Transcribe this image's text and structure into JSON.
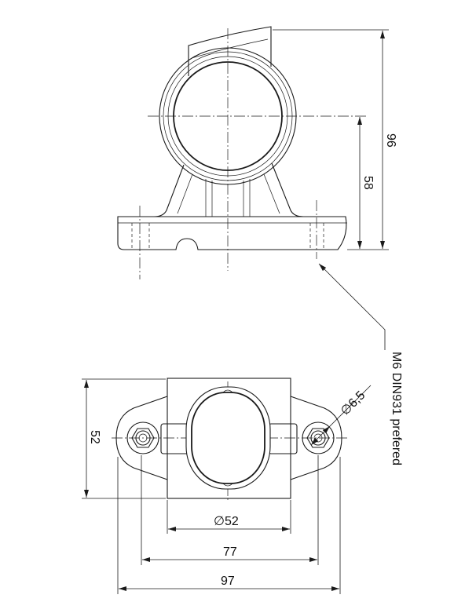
{
  "dimensions": {
    "overall_height": "96",
    "center_height": "58",
    "depth": "52",
    "lens_diameter": "∅52",
    "hole_spacing": "77",
    "overall_width": "97",
    "hole_diameter": "∅6,5"
  },
  "notes": {
    "screw": "M6 DIN931 prefered"
  }
}
